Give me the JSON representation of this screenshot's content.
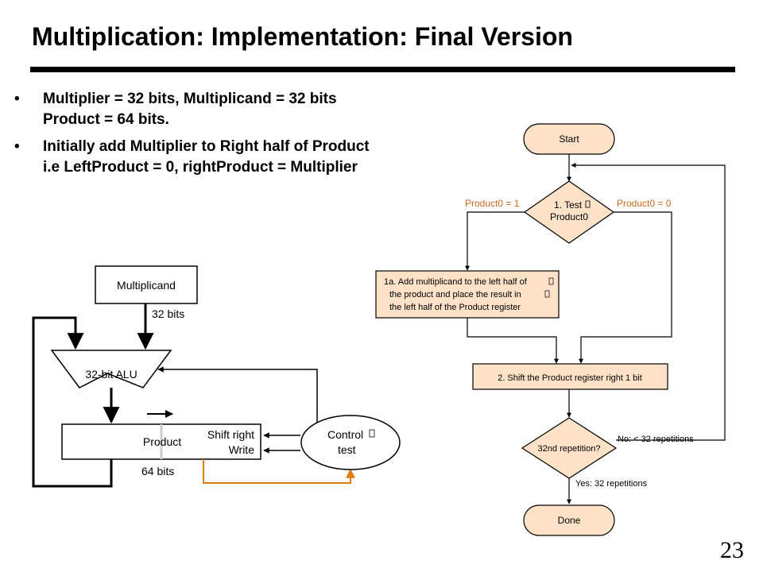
{
  "title": "Multiplication:  Implementation: Final Version",
  "bullets": [
    {
      "lines": [
        "Multiplier = 32 bits, Multiplicand = 32 bits",
        "Product = 64 bits."
      ]
    },
    {
      "lines": [
        "Initially add Multiplier to Right half of Product",
        "i.e LeftProduct = 0, rightProduct = Multiplier"
      ]
    }
  ],
  "page_number": "23",
  "datapath": {
    "multiplicand": "Multiplicand",
    "bus_width": "32 bits",
    "alu": "32-bit ALU",
    "product": "Product",
    "shift_right": "Shift right",
    "write": "Write",
    "product_width": "64 bits",
    "control_line1": "Control",
    "control_line2": "test"
  },
  "flowchart": {
    "start": "Start",
    "test_line1": "1. Test",
    "test_line2": "Product0",
    "branch_one": "Product0 = 1",
    "branch_zero": "Product0 = 0",
    "add_lines": [
      "1a. Add multiplicand to the left half of",
      "the product and place the result in",
      "the left half of the Product register"
    ],
    "shift": "2. Shift the Product register right 1 bit",
    "repetition": "32nd repetition?",
    "no_label": "No:  < 32 repetitions",
    "yes_label": "Yes:  32 repetitions",
    "done": "Done"
  },
  "colors": {
    "flow_fill": "#fde2c8",
    "branch_text": "#d2691e",
    "control_wire": "#e07d10"
  },
  "icons": [
    "bullet-dot-icon",
    "arrow-right-icon",
    "missing-glyph-icon"
  ]
}
